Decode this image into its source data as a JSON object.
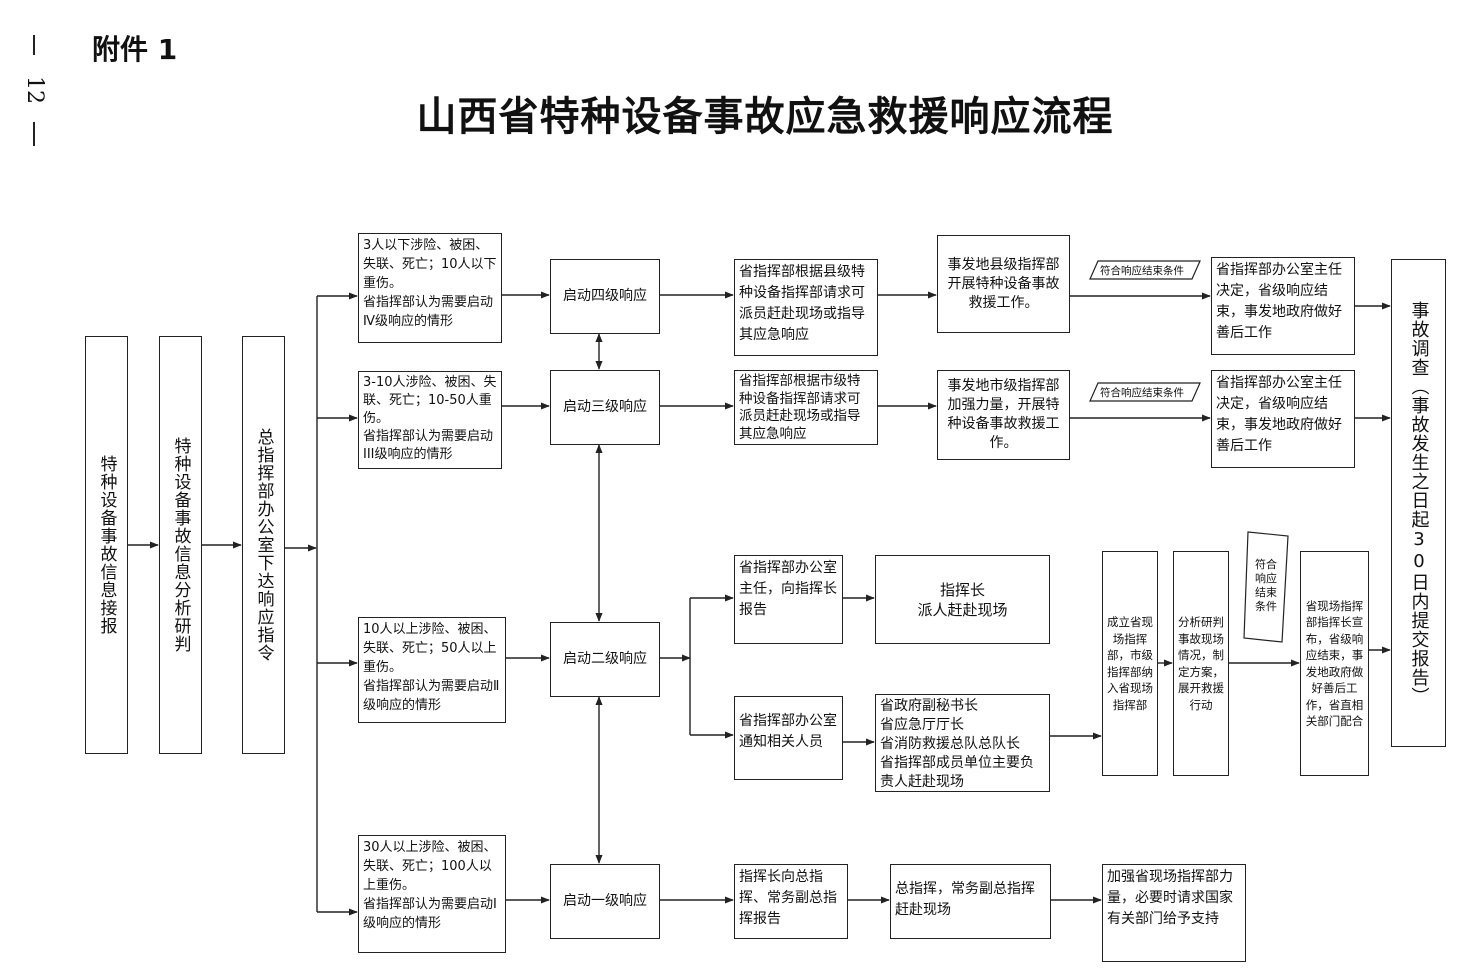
{
  "page": {
    "attachment": "附件 1",
    "page_number": "12",
    "title": "山西省特种设备事故应急救援响应流程"
  },
  "flow": {
    "info_report": "特种设备事故信息接报",
    "analysis": "特种设备事故信息分析研判",
    "command_office": "总指挥部办公室下达响应指令",
    "criteria": {
      "level4": "3人以下涉险、被困、失联、死亡；10人以下重伤。\n省指挥部认为需要启动Ⅳ级响应的情形",
      "level3": "3-10人涉险、被困、失联、死亡；10-50人重伤。\n省指挥部认为需要启动III级响应的情形",
      "level2": "10人以上涉险、被困、失联、死亡；50人以上重伤。\n省指挥部认为需要启动Ⅱ级响应的情形",
      "level1": "30人以上涉险、被困、失联、死亡；100人以上重伤。\n省指挥部认为需要启动Ⅰ级响应的情形"
    },
    "levels": {
      "level4": "启动四级响应",
      "level3": "启动三级响应",
      "level2": "启动二级响应",
      "level1": "启动一级响应"
    },
    "level4_chain": {
      "guide": "省指挥部根据县级特种设备指挥部请求可派员赶赴现场或指导其应急响应",
      "local": "事发地县级指挥部开展特种设备事故救援工作。",
      "condition": "符合响应结束条件",
      "end": "省指挥部办公室主任决定，省级响应结束，事发地政府做好善后工作"
    },
    "level3_chain": {
      "guide": "省指挥部根据市级特种设备指挥部请求可派员赶赴现场或指导其应急响应",
      "local": "事发地市级指挥部加强力量，开展特种设备事故救援工作。",
      "condition": "符合响应结束条件",
      "end": "省指挥部办公室主任决定，省级响应结束，事发地政府做好善后工作"
    },
    "level2_chain": {
      "report": "省指挥部办公室主任，向指挥长报告",
      "commander": "指挥长\n派人赶赴现场",
      "notify": "省指挥部办公室通知相关人员",
      "officials": "省政府副秘书长\n省应急厅厅长\n省消防救援总队总队长\n省指挥部成员单位主要负责人赶赴现场",
      "field_hq": "成立省现场指挥部，市级指挥部纳入省现场指挥部",
      "analyze": "分析研判事故现场情况，制定方案，展开救援行动",
      "condition": "符合\n响应\n结束\n条件",
      "end": "省现场指挥部指挥长宣布，省级响应结束，事发地政府做好善后工作，省直相关部门配合"
    },
    "level1_chain": {
      "report": "指挥长向总指挥、常务副总指挥报告",
      "dispatch": "总指挥，常务副总指挥赶赴现场",
      "reinforce": "加强省现场指挥部力量，必要时请求国家有关部门给予支持"
    },
    "investigation": "事故调查（事故发生之日起30日内提交报告）"
  },
  "colors": {
    "line": "#222222",
    "text": "#111111",
    "background": "#ffffff"
  }
}
